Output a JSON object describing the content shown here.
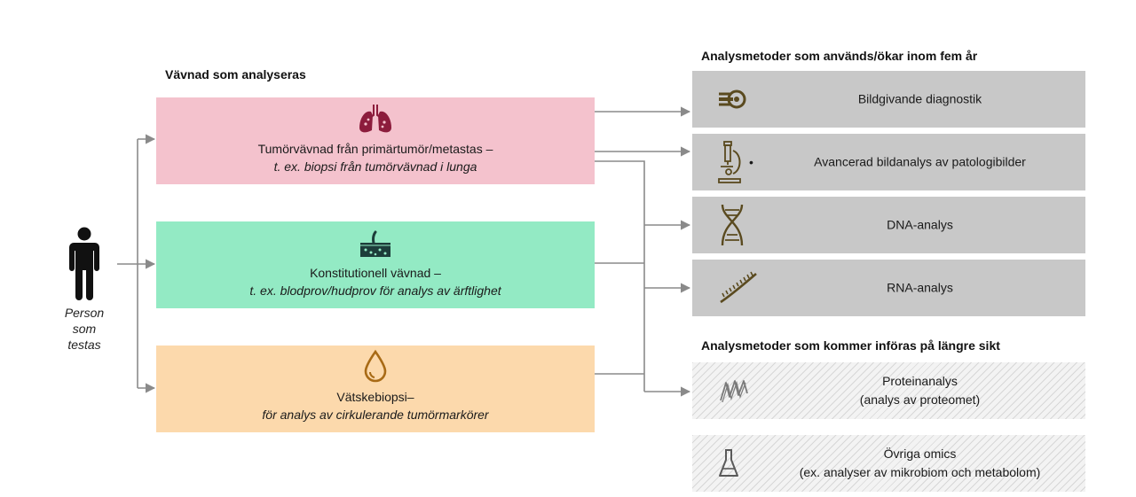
{
  "tissue_heading": "Vävnad som analyseras",
  "person": {
    "label_lines": [
      "Person",
      "som",
      "testas"
    ]
  },
  "tissues": [
    {
      "line1": "Tumörvävnad  från primärtumör/metastas –",
      "line2": "t. ex. biopsi från tumörvävnad i lunga",
      "color": "#f4c2cd",
      "icon": "lungs-icon"
    },
    {
      "line1": "Konstitutionell  vävnad –",
      "line2": "t. ex. blodprov/hudprov för analys av ärftlighet",
      "color": "#93eac4",
      "icon": "skin-tissue-icon"
    },
    {
      "line1": "Vätskebiopsi–",
      "line2": "för analys av cirkulerande tumörmarkörer",
      "color": "#fcd9ac",
      "icon": "droplet-icon"
    }
  ],
  "current_methods_heading": "Analysmetoder  som används/ökar inom fem år",
  "current_methods": [
    {
      "label": "Bildgivande  diagnostik",
      "icon": "mri-scanner-icon"
    },
    {
      "label": "Avancerad bildanalys av patologibilder",
      "icon": "microscope-icon",
      "bullet": "•"
    },
    {
      "label": "DNA-analys",
      "icon": "dna-icon"
    },
    {
      "label": "RNA-analys",
      "icon": "rna-icon"
    }
  ],
  "future_methods_heading": "Analysmetoder  som kommer införas på längre sikt",
  "future_methods": [
    {
      "line1": "Proteinanalys",
      "line2": "(analys av proteomet)",
      "icon": "protein-icon"
    },
    {
      "line1": "Övriga omics",
      "line2": "(ex. analyser av mikrobiom och metabolom)",
      "icon": "flask-icon"
    }
  ],
  "colors": {
    "box_gray": "#c8c8c8",
    "icon_brown": "#5a4a1f",
    "arrow_gray": "#8a8a8a"
  }
}
